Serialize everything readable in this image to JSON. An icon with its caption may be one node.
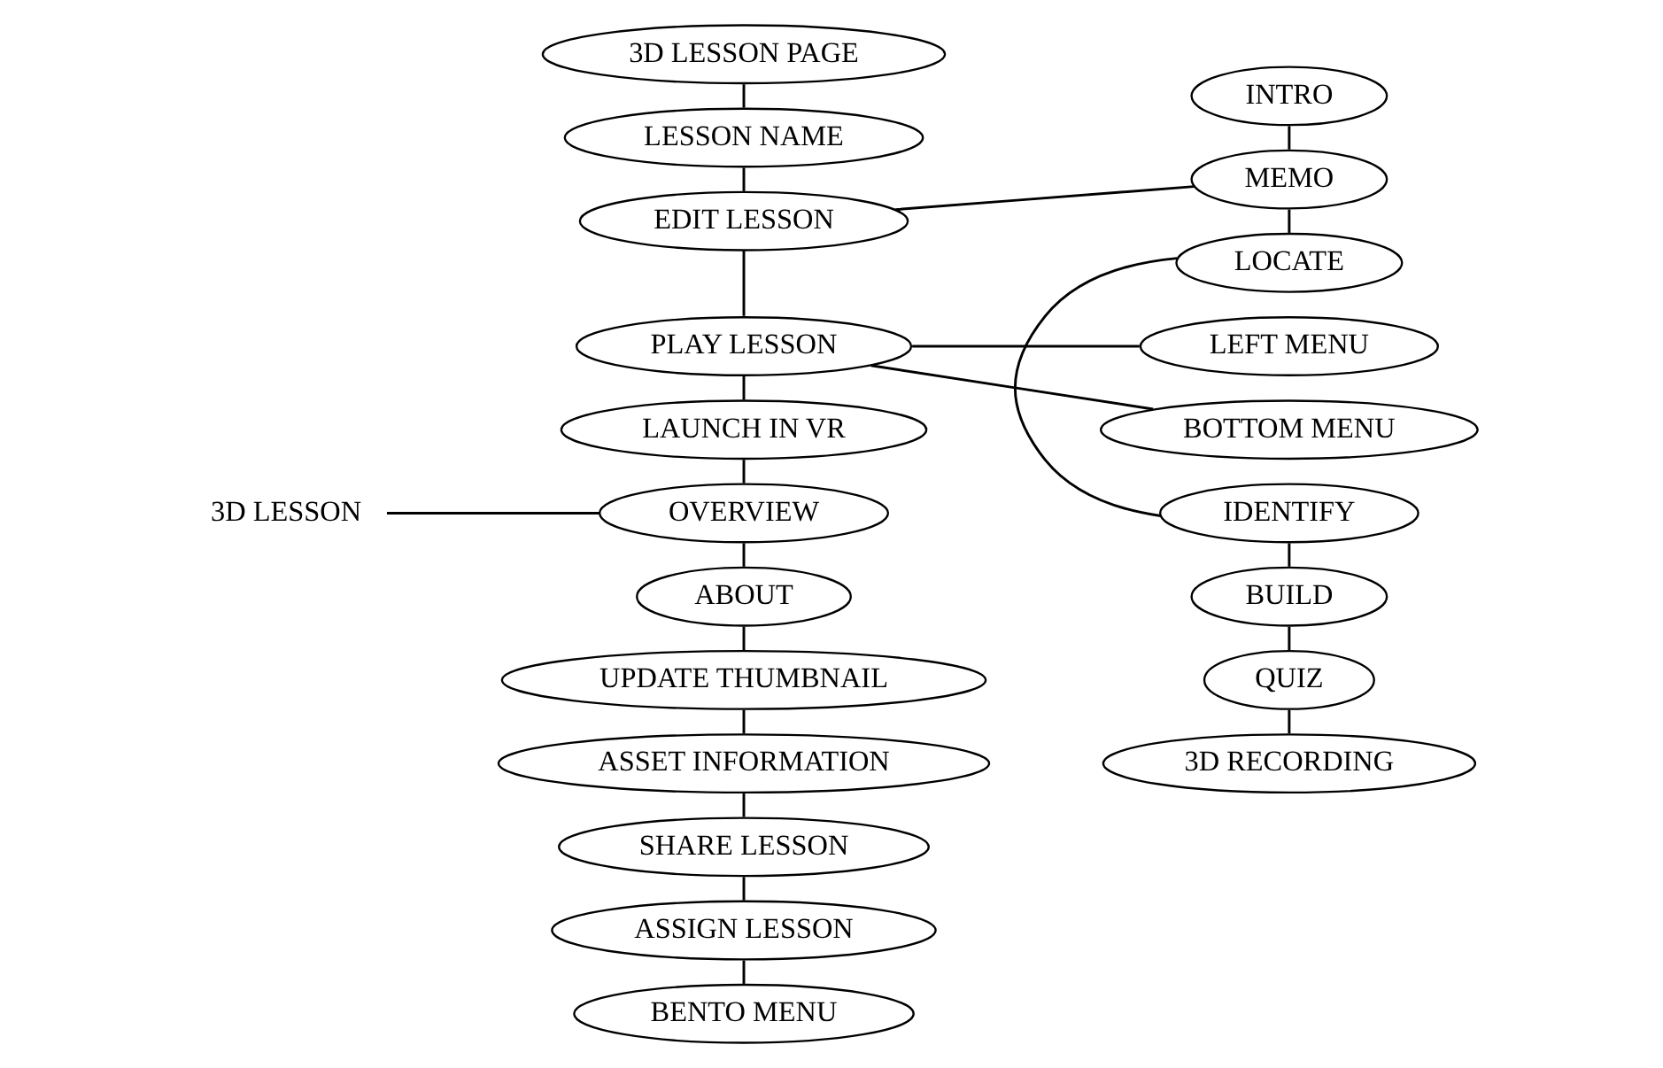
{
  "diagram": {
    "nodes": [
      {
        "text": [
          "3D LESSON"
        ]
      },
      {
        "text": [
          "3D LESSON PAGE"
        ]
      },
      {
        "text": [
          "LESSON NAME"
        ]
      },
      {
        "text": [
          "EDIT LESSON"
        ]
      },
      {
        "text": [
          "PLAY LESSON"
        ]
      },
      {
        "text": [
          "LAUNCH IN VR"
        ]
      },
      {
        "text": [
          "OVERVIEW"
        ]
      },
      {
        "text": [
          "ABOUT"
        ]
      },
      {
        "text": [
          "UPDATE THUMBNAIL"
        ]
      },
      {
        "text": [
          "ASSET INFORMATION"
        ]
      },
      {
        "text": [
          "SHARE LESSON"
        ]
      },
      {
        "text": [
          "ASSIGN LESSON"
        ]
      },
      {
        "text": [
          "BENTO MENU"
        ]
      },
      {
        "text": [
          "LEFT MENU"
        ]
      },
      {
        "text": [
          "BOTTOM MENU"
        ]
      },
      {
        "text": [
          "INTRO"
        ]
      },
      {
        "text": [
          "MEMO"
        ]
      },
      {
        "text": [
          "LOCATE"
        ]
      },
      {
        "text": [
          "IDENTIFY"
        ]
      },
      {
        "text": [
          "BUILD"
        ]
      },
      {
        "text": [
          "QUIZ"
        ]
      },
      {
        "text": [
          "3D RECORDING"
        ]
      }
    ],
    "edges": [
      {
        "from": 0,
        "to": 6,
        "arrow": "none"
      },
      {
        "from": 1,
        "to": 2,
        "arrow": "none"
      },
      {
        "from": 2,
        "to": 3,
        "arrow": "none"
      },
      {
        "from": 3,
        "to": 4,
        "arrow": "none"
      },
      {
        "from": 4,
        "to": 5,
        "arrow": "none"
      },
      {
        "from": 5,
        "to": 6,
        "arrow": "none"
      },
      {
        "from": 6,
        "to": 7,
        "arrow": "none"
      },
      {
        "from": 7,
        "to": 8,
        "arrow": "none"
      },
      {
        "from": 8,
        "to": 9,
        "arrow": "none"
      },
      {
        "from": 9,
        "to": 10,
        "arrow": "none"
      },
      {
        "from": 10,
        "to": 11,
        "arrow": "none"
      },
      {
        "from": 11,
        "to": 12,
        "arrow": "none"
      },
      {
        "from": 3,
        "to": 16,
        "arrow": "none"
      },
      {
        "from": 4,
        "to": 13,
        "arrow": "none"
      },
      {
        "from": 4,
        "to": 14,
        "arrow": "none"
      },
      {
        "from": 15,
        "to": 16,
        "arrow": "none"
      },
      {
        "from": 16,
        "to": 17,
        "arrow": "none"
      },
      {
        "from": 17,
        "to": 18,
        "arrow": "none"
      },
      {
        "from": 18,
        "to": 19,
        "arrow": "none"
      },
      {
        "from": 19,
        "to": 20,
        "arrow": "none"
      },
      {
        "from": 20,
        "to": 21,
        "arrow": "none"
      }
    ]
  }
}
